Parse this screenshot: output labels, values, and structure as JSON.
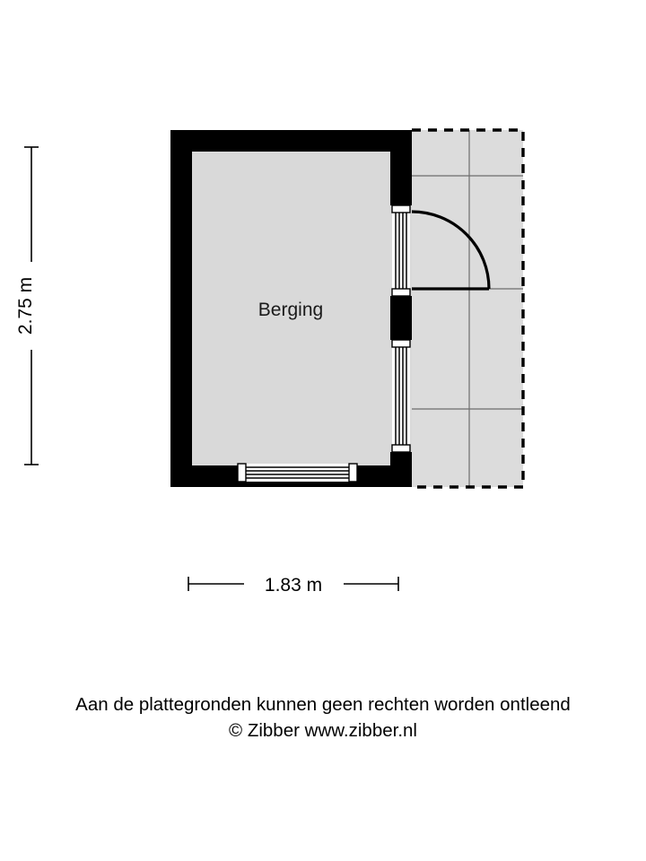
{
  "document": {
    "type": "floor-plan",
    "background_color": "#ffffff"
  },
  "plan": {
    "room_label": "Berging",
    "floor_color": "#d9d9d9",
    "wall_color": "#000000",
    "exterior_color": "#dcdcdc",
    "grid_line_color": "#6d6d6d"
  },
  "dimensions": {
    "vertical": {
      "label": "2.75 m",
      "orientation": "vertical"
    },
    "horizontal": {
      "label": "1.83 m",
      "orientation": "horizontal"
    }
  },
  "features": {
    "door": {
      "name": "swing-door",
      "swing": "clockwise-outward"
    },
    "window_right_upper": {
      "name": "glazed-panel-upper"
    },
    "window_right_lower": {
      "name": "glazed-panel-lower"
    },
    "window_bottom": {
      "name": "window-bottom"
    }
  },
  "footer": {
    "line1": "Aan de plattegronden kunnen geen rechten worden ontleend",
    "line2": "© Zibber www.zibber.nl"
  }
}
